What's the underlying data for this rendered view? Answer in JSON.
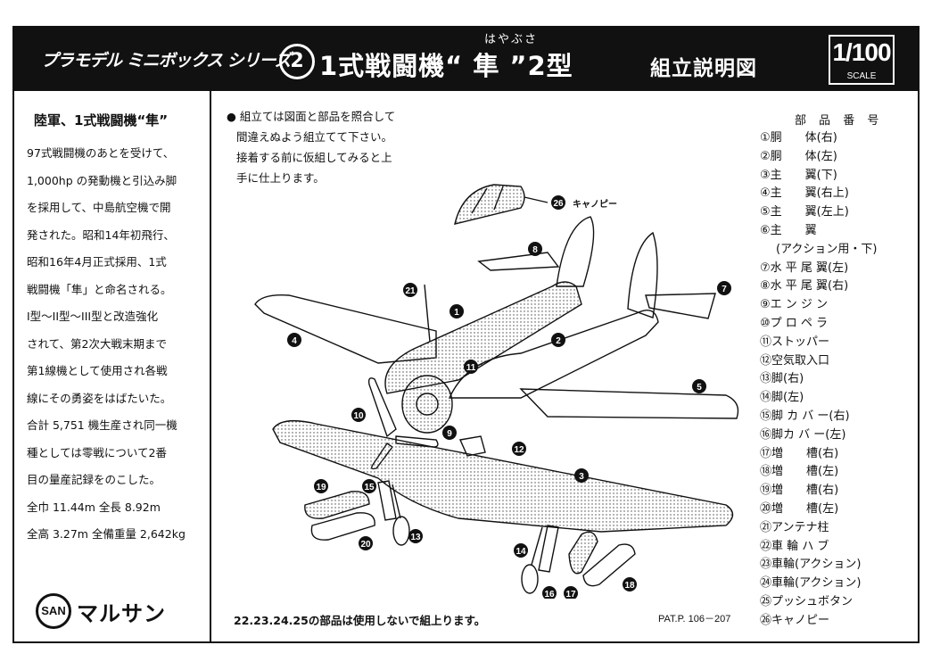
{
  "header": {
    "series": "プラモデル ミニボックス シリーズ",
    "number": "2",
    "title_main": "1式戦闘機“ 隼 ”2型",
    "ruby": "はやぶさ",
    "title_sub": "組立説明図",
    "scale": "1/100",
    "scale_label": "SCALE"
  },
  "history": {
    "title": "陸軍、1式戦闘機“隼”",
    "lines": [
      "97式戦闘機のあとを受けて、",
      "1,000hp の発動機と引込み脚",
      "を採用して、中島航空機で開",
      "発された。昭和14年初飛行、",
      "昭和16年4月正式採用、1式",
      "戦闘機「隼」と命名される。",
      "I型〜II型〜III型と改造強化",
      "されて、第2次大戦末期まで",
      "第1線機として使用され各戦",
      "線にその勇姿をはばたいた。",
      "合計 5,751 機生産され同一機",
      "種としては零戦について2番",
      "目の量産記録をのこした。",
      "全巾 11.44m 全長 8.92m",
      "全高 3.27m 全備重量 2,642kg"
    ]
  },
  "logo": {
    "mark": "SAN",
    "name": "マルサン"
  },
  "instructions": [
    "組立ては図面と部品を照合して",
    "間違えぬよう組立てて下さい。",
    "接着する前に仮組してみると上",
    "手に仕上ります。"
  ],
  "parts_header": "部 品 番 号",
  "parts": [
    "①胴　　体(右)",
    "②胴　　体(左)",
    "③主　　翼(下)",
    "④主　　翼(右上)",
    "⑤主　　翼(左上)",
    "⑥主　　翼",
    "(アクション用・下)",
    "⑦水 平 尾 翼(左)",
    "⑧水 平 尾 翼(右)",
    "⑨エ ン ジ ン",
    "⑩プ ロ ペ ラ",
    "⑪ストッパー",
    "⑫空気取入口",
    "⑬脚(右)",
    "⑭脚(左)",
    "⑮脚 カ バ ー(右)",
    "⑯脚カ バ ー(左)",
    "⑰増　　槽(右)",
    "⑱増　　槽(左)",
    "⑲増　　槽(右)",
    "⑳増　　槽(左)",
    "㉑アンテナ柱",
    "㉒車 輪 ハ ブ",
    "㉓車輪(アクション)",
    "㉔車輪(アクション)",
    "㉕プッシュボタン",
    "㉖キャノピー"
  ],
  "diagram": {
    "canopy_label": "キャノピー",
    "callouts": [
      "1",
      "2",
      "3",
      "4",
      "5",
      "7",
      "8",
      "9",
      "10",
      "11",
      "12",
      "13",
      "14",
      "15",
      "16",
      "17",
      "18",
      "19",
      "20",
      "21",
      "26"
    ]
  },
  "note": "22.23.24.25の部品は使用しないで組上ります。",
  "patent": "PAT.P. 106－207"
}
